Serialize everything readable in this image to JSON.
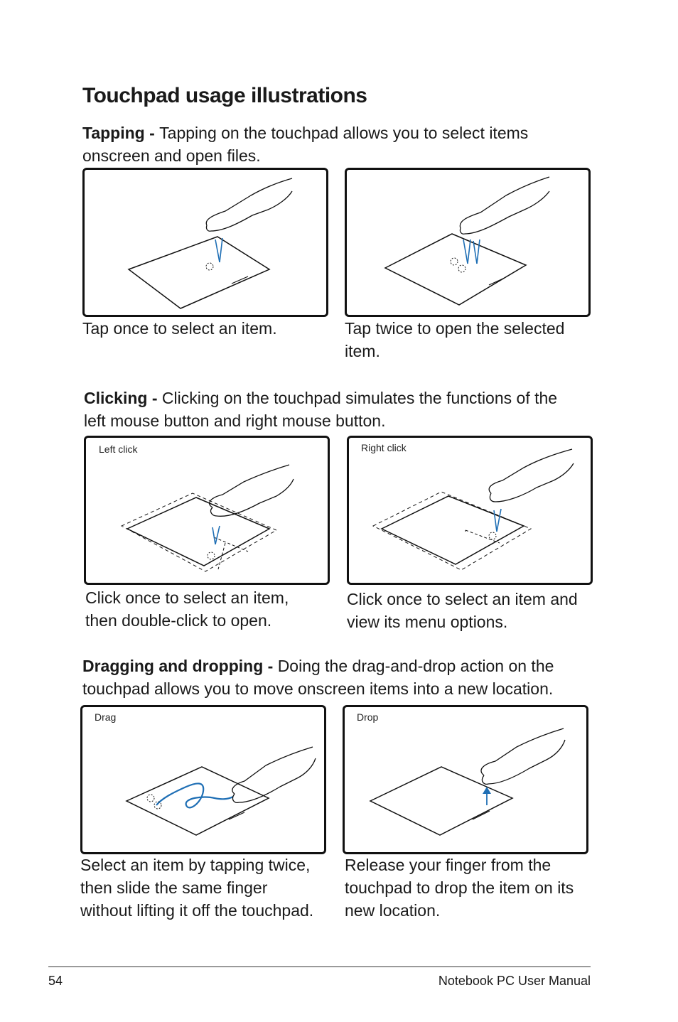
{
  "page": {
    "title": "Touchpad usage illustrations",
    "page_number": "54",
    "manual_name": "Notebook PC User Manual"
  },
  "tapping": {
    "heading": "Tapping - ",
    "text_line1": "Tapping on the touchpad allows you to select items",
    "text_line2": "onscreen and open files.",
    "caption_left": "Tap once to select an item.",
    "caption_right_line1": "Tap twice to open the selected",
    "caption_right_line2": "item."
  },
  "clicking": {
    "heading": "Clicking - ",
    "text_line1": " Clicking on the touchpad simulates the functions of the",
    "text_line2": "left mouse button and right mouse button.",
    "label_left": "Left click",
    "label_right": "Right click",
    "caption_left_line1": "Click once to select an item,",
    "caption_left_line2": "then double-click to open.",
    "caption_right_line1": "Click once to select an item and",
    "caption_right_line2": "view its menu options."
  },
  "dragging": {
    "heading": "Dragging and dropping - ",
    "text_line1": "Doing the drag-and-drop action on the",
    "text_line2": "touchpad allows you to move onscreen items into a new location.",
    "label_left": "Drag",
    "label_right": "Drop",
    "caption_left_line1": "Select an item by tapping twice,",
    "caption_left_line2": "then slide the same finger",
    "caption_left_line3": "without lifting it off the touchpad.",
    "caption_right_line1": "Release your finger from the",
    "caption_right_line2": "touchpad to drop the item on its",
    "caption_right_line3": "new location."
  },
  "colors": {
    "accent_line": "#1f6fb5",
    "outline": "#111111"
  }
}
